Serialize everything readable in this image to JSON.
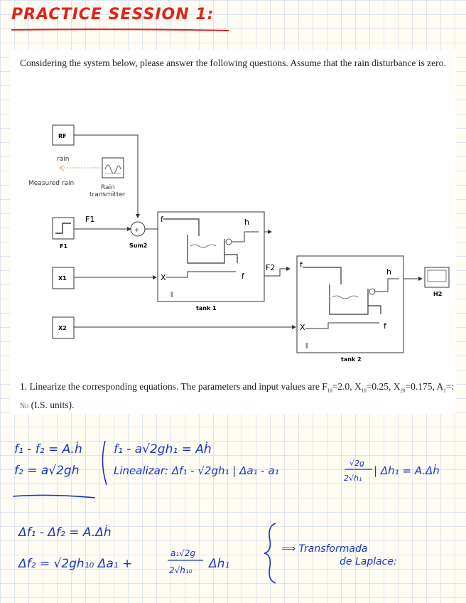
{
  "title": "PRACTICE SESSION 1:",
  "intro": "Considering the system below, please answer the following questions. Assume that the rain disturbance is zero.",
  "diagram": {
    "rf_block": "RF",
    "rain_label": "rain",
    "measured_rain_label": "Measured rain",
    "rain_transmitter_label": "Rain\ntransmitter",
    "rain_transmitter_line1": "Rain",
    "rain_transmitter_line2": "transmitter",
    "f1_label": "F1",
    "f1_block": "F1",
    "sum_label": "Sum2",
    "x1_block": "X1",
    "x2_block": "X2",
    "tank1_label": "tank 1",
    "tank2_label": "tank 2",
    "f2_label": "F2",
    "h2_label": "H2",
    "port_fi": "f",
    "port_h": "h",
    "port_x": "X",
    "port_fo": "f"
  },
  "question": {
    "prefix": "1. Linearize the corresponding equations. The parameters and input values are",
    "f10": "F",
    "f10_sub": "10",
    "f10_val": "=2.0,",
    "x10": "X",
    "x10_sub": "10",
    "x10_val": "=0.25,",
    "x20": "X",
    "x20_sub": "20",
    "x20_val": "=0.175,",
    "a1": "A",
    "a1_sub": "1",
    "a1_val": "=:",
    "area_note": "No",
    "units": "(I.S. units)."
  },
  "handwriting": {
    "l1a": "f₁ - f₂ = A.ḣ",
    "l1b": "f₁ - a√2gh₁ = Aḣ",
    "l2a": "f₂ = a√2gh",
    "l2b": "Linealizar:  Δf₁ - √2gh₁ | Δa₁ - a₁",
    "l2c": "√2g",
    "l2d": "2√h₁",
    "l2e": "| Δh₁ = A.Δḣ",
    "l3": "Δf₁ - Δf₂ = A.Δḣ",
    "l4a": "Δf₂ = √2gh₁₀ Δa₁ +",
    "l4b": "a₁√2g",
    "l4c": "2√h₁₀",
    "l4d": "Δh₁",
    "l4e": "⟹ Transformada",
    "l4f": "de Laplace:",
    "pen_color": "#1a34c8",
    "title_color": "#e2231a"
  }
}
